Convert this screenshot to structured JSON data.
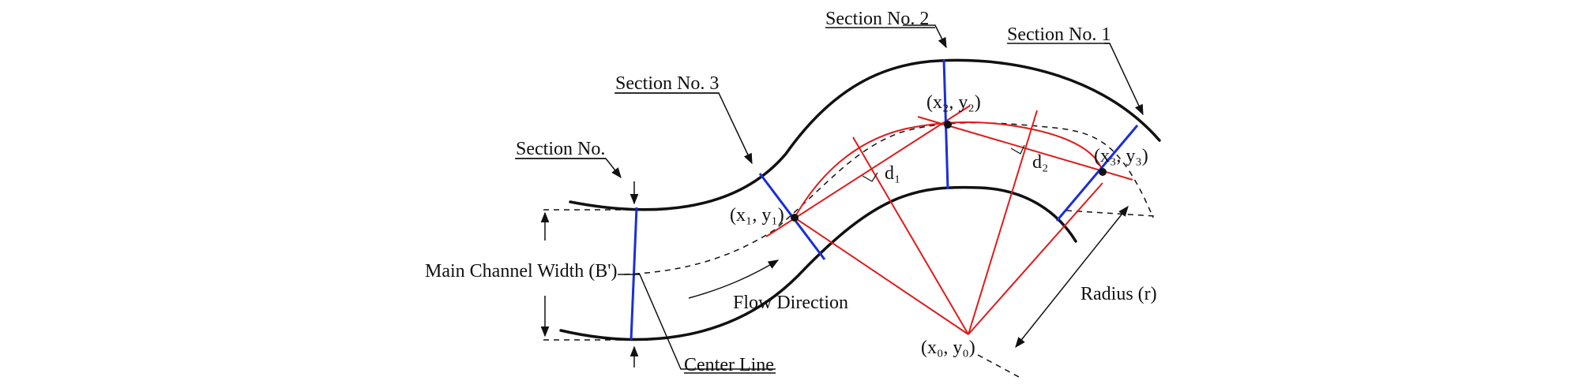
{
  "labels": {
    "section_no_1": "Section No. 1",
    "section_no_2": "Section No. 2",
    "section_no_3": "Section No. 3",
    "section_no": "Section No.",
    "main_channel_width": "Main Channel Width (B')",
    "flow_direction": "Flow Direction",
    "center_line": "Center Line",
    "radius": "Radius (r)",
    "d1": "d₁",
    "d2": "d₂"
  },
  "points": {
    "p0": "(x₀, y₀)",
    "p1": "(x₁, y₁)",
    "p2": "(x₂, y₂)",
    "p3": "(x₃, y₃)"
  },
  "colors": {
    "bank": "#111111",
    "section_line": "#1a2fd6",
    "construction": "#e01b1b"
  }
}
